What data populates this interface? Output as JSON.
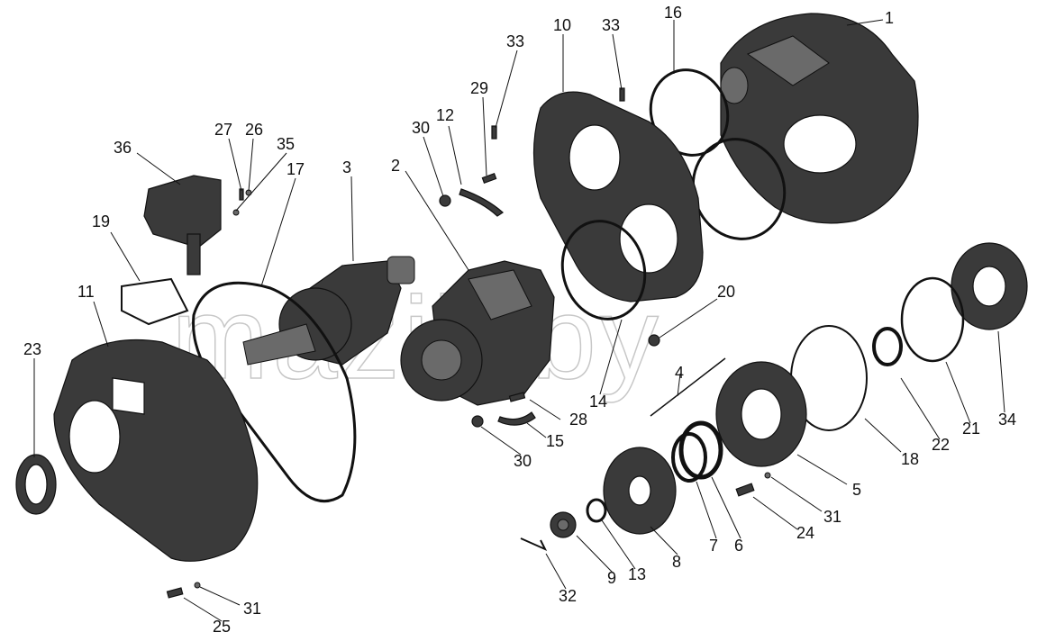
{
  "watermark": "mazik.by",
  "callouts": {
    "c1": "1",
    "c2": "2",
    "c3": "3",
    "c4": "4",
    "c5": "5",
    "c6": "6",
    "c7": "7",
    "c8": "8",
    "c9": "9",
    "c10": "10",
    "c11": "11",
    "c12": "12",
    "c13": "13",
    "c14": "14",
    "c15": "15",
    "c16": "16",
    "c17": "17",
    "c18": "18",
    "c19": "19",
    "c20": "20",
    "c21": "21",
    "c22": "22",
    "c23": "23",
    "c24": "24",
    "c25": "25",
    "c26": "26",
    "c27": "27",
    "c28": "28",
    "c29": "29",
    "c30a": "30",
    "c30b": "30",
    "c31a": "31",
    "c31b": "31",
    "c32": "32",
    "c33a": "33",
    "c33b": "33",
    "c34": "34",
    "c35": "35",
    "c36": "36"
  }
}
